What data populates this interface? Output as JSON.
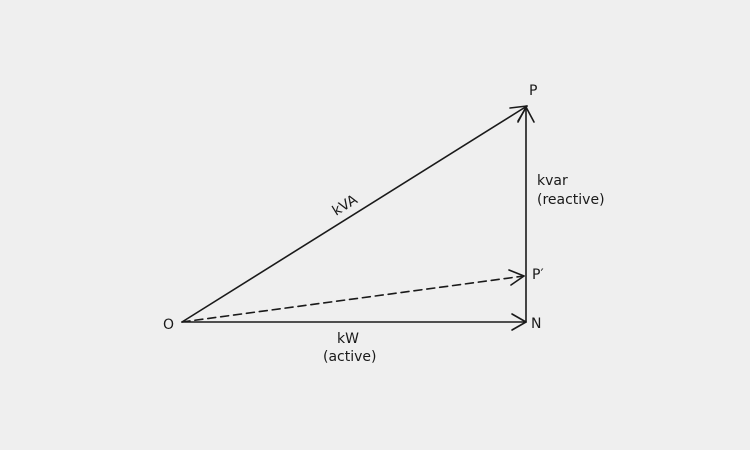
{
  "points": {
    "origin": "O",
    "end_kw": "N",
    "end_kva": "P",
    "end_corrected": "P′"
  },
  "vectors": {
    "kva_label": "kVA",
    "kw_label": "kW",
    "kw_sublabel": "(active)",
    "kvar_label": "kvar",
    "kvar_sublabel": "(reactive)"
  },
  "colors": {
    "background": "#efefef",
    "ink": "#1a1a1a"
  }
}
